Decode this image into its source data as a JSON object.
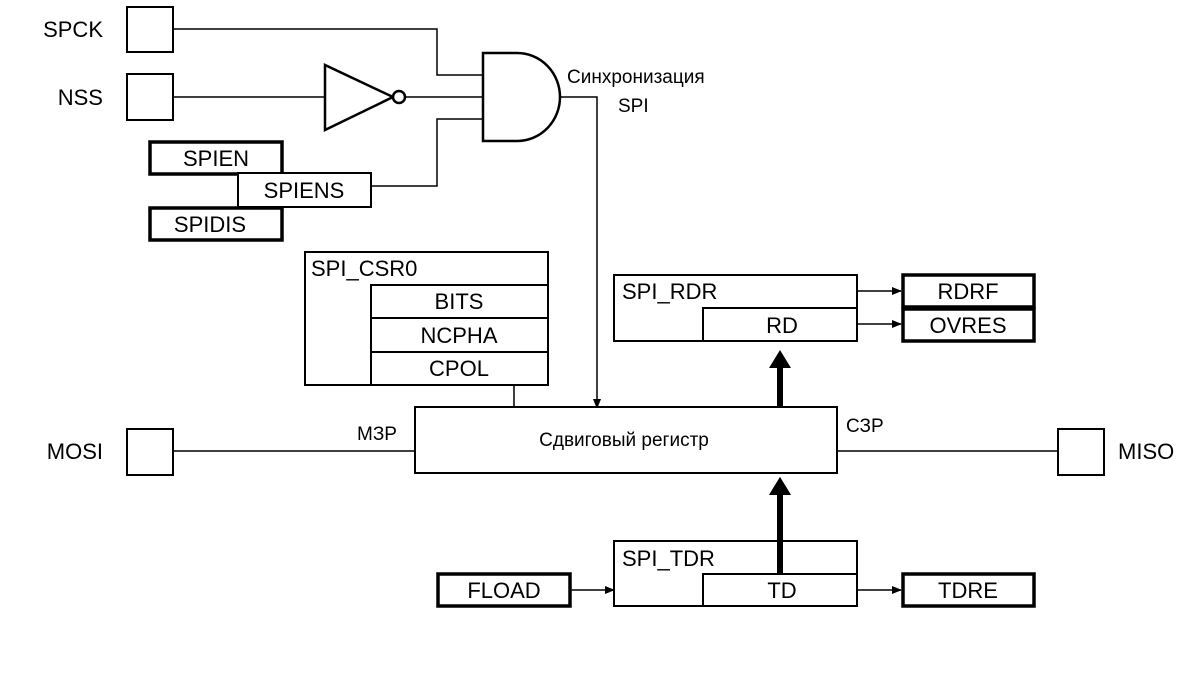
{
  "pins": {
    "spck": "SPCK",
    "nss": "NSS",
    "mosi": "MOSI",
    "miso": "MISO"
  },
  "control_bits": {
    "spien": "SPIEN",
    "spiens": "SPIENS",
    "spidis": "SPIDIS"
  },
  "sync_label": {
    "line1": "Синхронизация",
    "line2": "SPI"
  },
  "csr0": {
    "title": "SPI_CSR0",
    "fields": [
      "BITS",
      "NCPHA",
      "CPOL"
    ]
  },
  "rdr": {
    "title": "SPI_RDR",
    "field": "RD"
  },
  "tdr": {
    "title": "SPI_TDR",
    "field": "TD"
  },
  "flags": {
    "rdrf": "RDRF",
    "ovres": "OVRES",
    "tdre": "TDRE",
    "fload": "FLOAD"
  },
  "shift_register": {
    "label": "Сдвиговый регистр",
    "msb": "МЗР",
    "lsb": "СЗР"
  }
}
